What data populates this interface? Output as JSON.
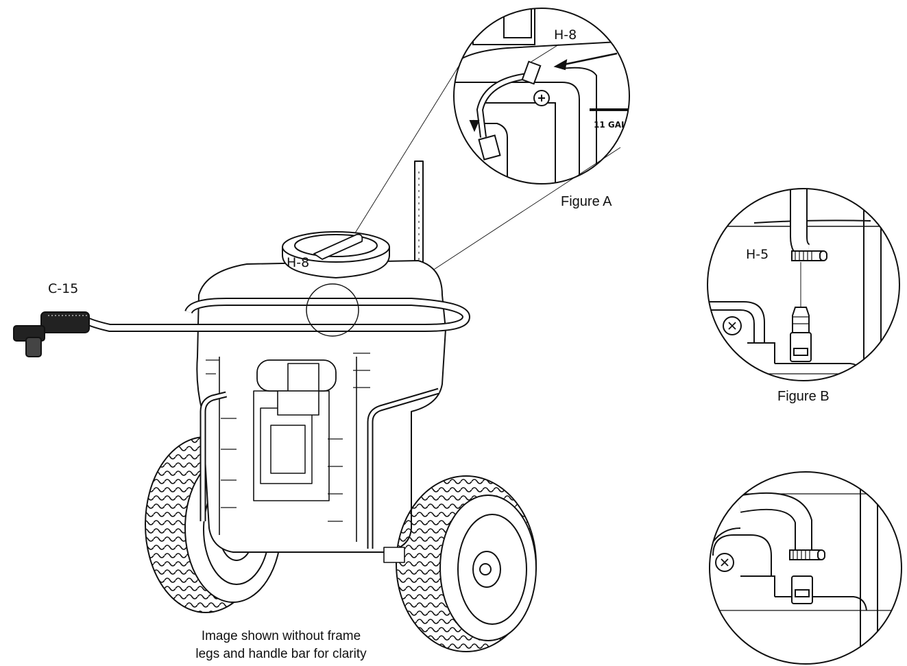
{
  "labels": {
    "c15": "C-15",
    "h8_main": "H-8",
    "h8_detail": "H-8",
    "h5": "H-5",
    "tank_marking": "11 GAL"
  },
  "figures": {
    "a": "Figure A",
    "b": "Figure B"
  },
  "caption": {
    "line1": "Image shown without frame",
    "line2": "legs and handle bar for clarity"
  },
  "colors": {
    "line": "#111111",
    "background": "#ffffff"
  }
}
